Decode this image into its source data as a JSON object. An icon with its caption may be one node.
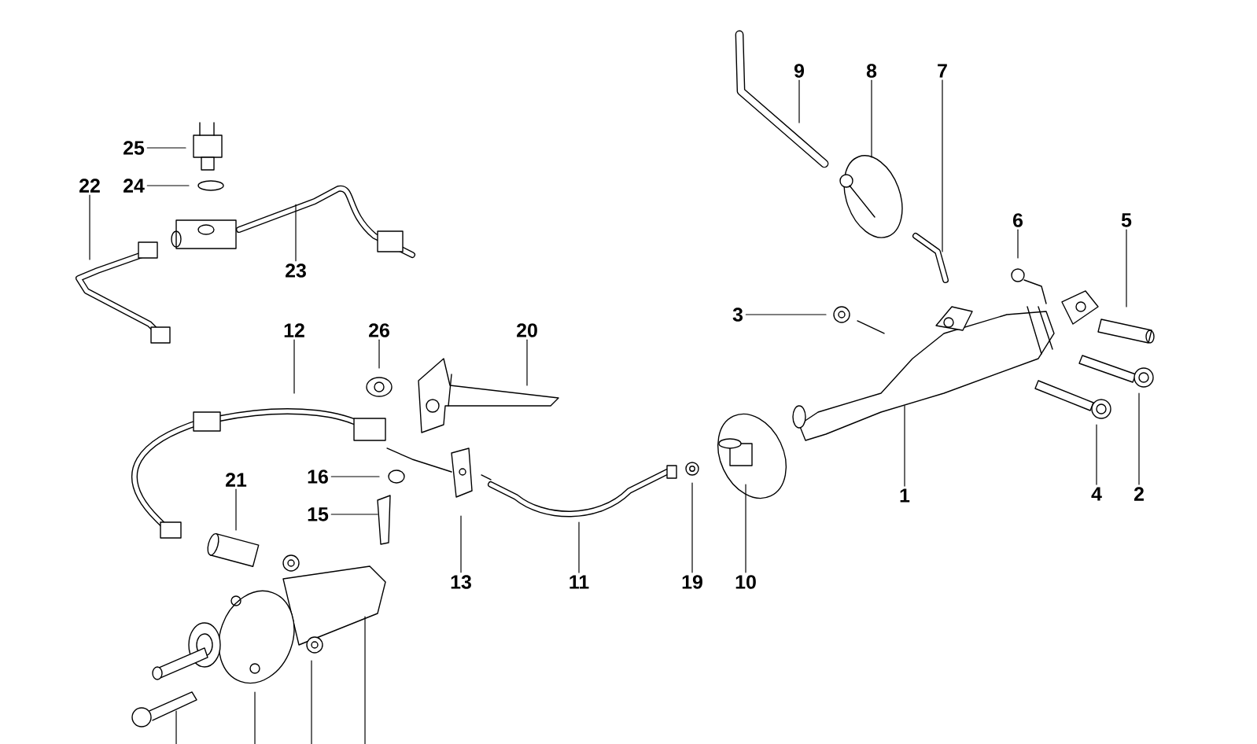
{
  "diagram": {
    "nodes": [
      {
        "text": [
          "9"
        ]
      },
      {
        "text": [
          "8"
        ]
      },
      {
        "text": [
          "7"
        ]
      },
      {
        "text": [
          "25"
        ]
      },
      {
        "text": [
          "22"
        ]
      },
      {
        "text": [
          "24"
        ]
      },
      {
        "text": [
          "5"
        ]
      },
      {
        "text": [
          "6"
        ]
      },
      {
        "text": [
          "23"
        ]
      },
      {
        "text": [
          "3"
        ]
      },
      {
        "text": [
          "12"
        ]
      },
      {
        "text": [
          "26"
        ]
      },
      {
        "text": [
          "20"
        ]
      },
      {
        "text": [
          "16"
        ]
      },
      {
        "text": [
          "21"
        ]
      },
      {
        "text": [
          "15"
        ]
      },
      {
        "text": [
          "1"
        ]
      },
      {
        "text": [
          "2"
        ]
      },
      {
        "text": [
          "4"
        ]
      },
      {
        "text": [
          "13"
        ]
      },
      {
        "text": [
          "11"
        ]
      },
      {
        "text": [
          "19"
        ]
      },
      {
        "text": [
          "10"
        ]
      }
    ],
    "edges": [
      {
        "from": 0,
        "to": null,
        "arrow": "none"
      },
      {
        "from": 1,
        "to": null,
        "arrow": "none"
      },
      {
        "from": 2,
        "to": null,
        "arrow": "none"
      },
      {
        "from": 3,
        "to": null,
        "arrow": "none"
      },
      {
        "from": 4,
        "to": null,
        "arrow": "none"
      },
      {
        "from": 5,
        "to": null,
        "arrow": "none"
      },
      {
        "from": 6,
        "to": null,
        "arrow": "none"
      },
      {
        "from": 7,
        "to": null,
        "arrow": "none"
      },
      {
        "from": 8,
        "to": null,
        "arrow": "none"
      },
      {
        "from": 9,
        "to": null,
        "arrow": "none"
      },
      {
        "from": 10,
        "to": null,
        "arrow": "none"
      },
      {
        "from": 11,
        "to": null,
        "arrow": "none"
      },
      {
        "from": 12,
        "to": null,
        "arrow": "none"
      },
      {
        "from": 13,
        "to": null,
        "arrow": "none"
      },
      {
        "from": 14,
        "to": null,
        "arrow": "none"
      },
      {
        "from": 15,
        "to": null,
        "arrow": "none"
      },
      {
        "from": 16,
        "to": null,
        "arrow": "none"
      },
      {
        "from": 17,
        "to": null,
        "arrow": "none"
      },
      {
        "from": 18,
        "to": null,
        "arrow": "none"
      },
      {
        "from": 19,
        "to": null,
        "arrow": "none"
      },
      {
        "from": 20,
        "to": null,
        "arrow": "none"
      },
      {
        "from": 21,
        "to": null,
        "arrow": "none"
      },
      {
        "from": 22,
        "to": null,
        "arrow": "none"
      }
    ]
  }
}
